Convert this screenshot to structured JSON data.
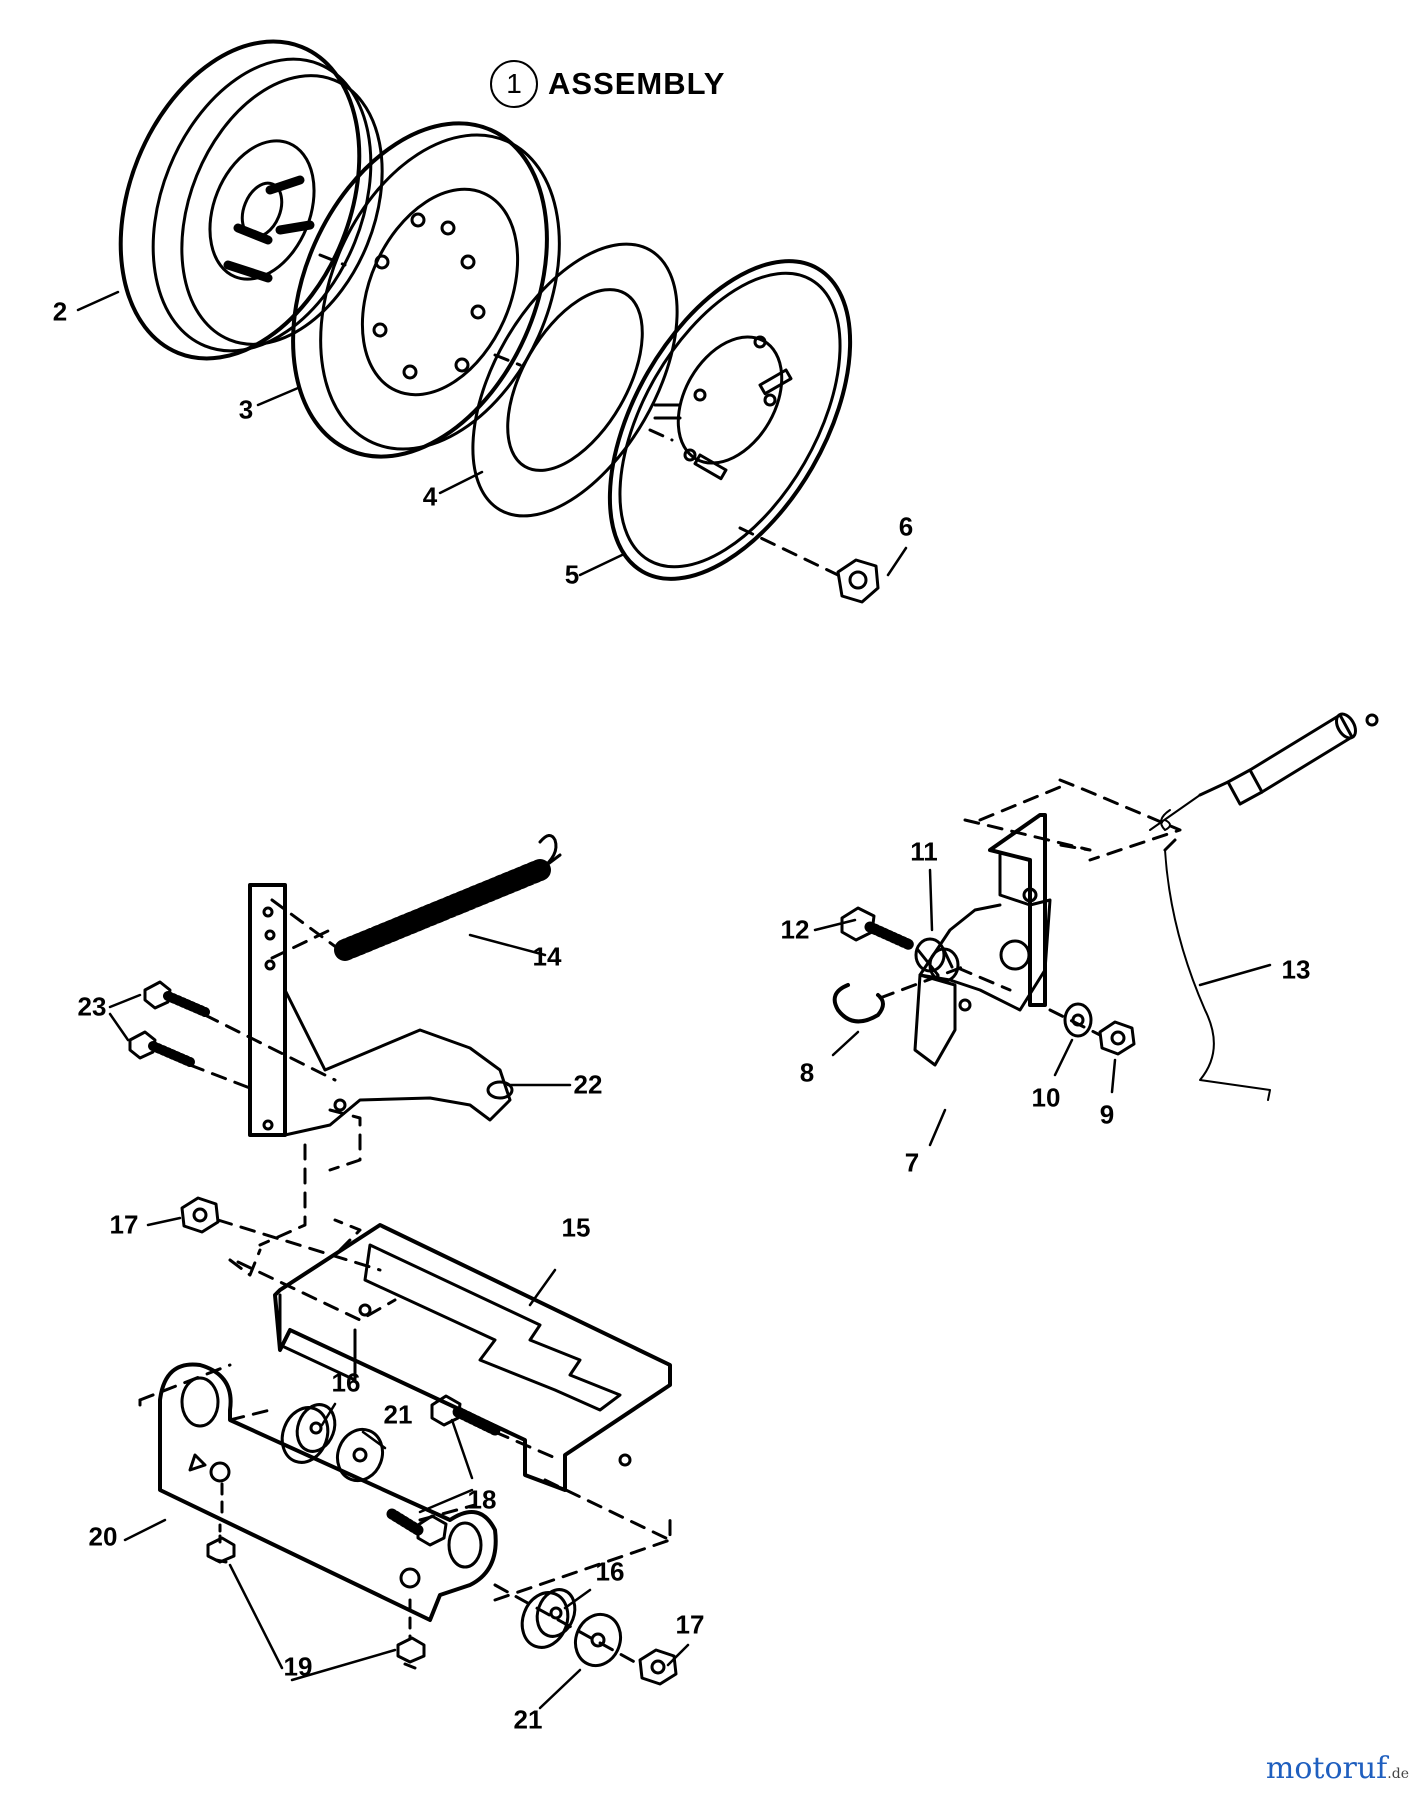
{
  "title": {
    "number": "1",
    "text": "ASSEMBLY"
  },
  "callouts": [
    "2",
    "3",
    "4",
    "5",
    "6",
    "7",
    "8",
    "9",
    "10",
    "11",
    "12",
    "13",
    "14",
    "15",
    "16",
    "16",
    "17",
    "17",
    "18",
    "19",
    "20",
    "21",
    "21",
    "22",
    "23"
  ],
  "watermark": {
    "brand": "motoruf",
    "tld": ".de"
  }
}
